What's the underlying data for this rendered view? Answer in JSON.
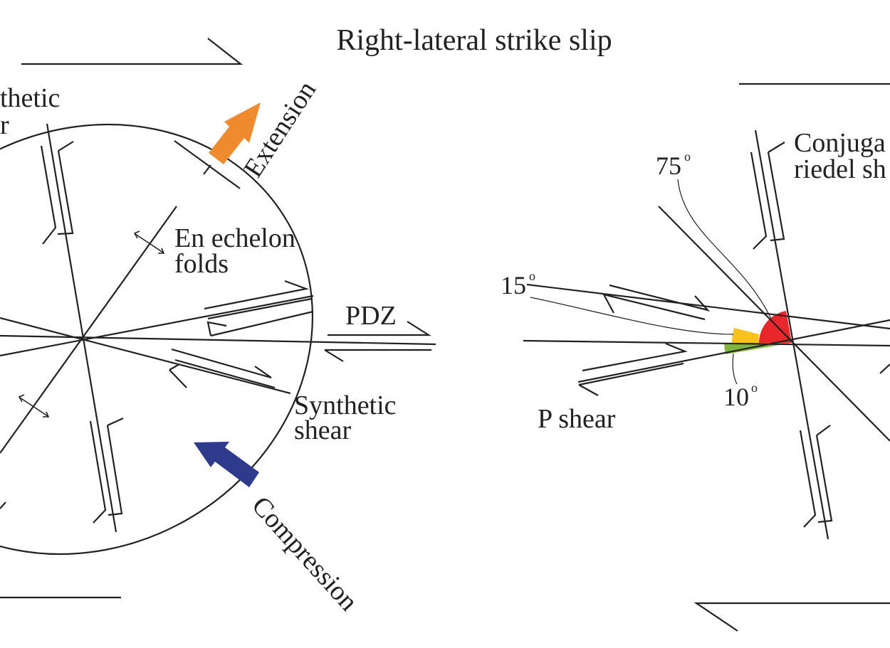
{
  "title": "Right-lateral strike slip",
  "labels": {
    "synthetic_top_line1": "thetic",
    "synthetic_top_line2": "r",
    "extension": "Extension",
    "en_echelon_line1": "En echelon",
    "en_echelon_line2": "folds",
    "pdz": "PDZ",
    "synthetic_shear_line1": "Synthetic",
    "synthetic_shear_line2": "shear",
    "compression": "Compression",
    "conjugate_line1": "Conjuga",
    "conjugate_line2": "riedel sh",
    "angle_75": "75",
    "angle_15": "15",
    "angle_10": "10",
    "degree_symbol": "o",
    "p_shear": "P shear"
  },
  "colors": {
    "ink": "#222222",
    "extension_arrow": "#F08A2E",
    "compression_arrow": "#2E3A8C",
    "angle_75_fill": "#E8262B",
    "angle_15_fill": "#F6C21B",
    "angle_10_fill": "#7DB83A"
  }
}
